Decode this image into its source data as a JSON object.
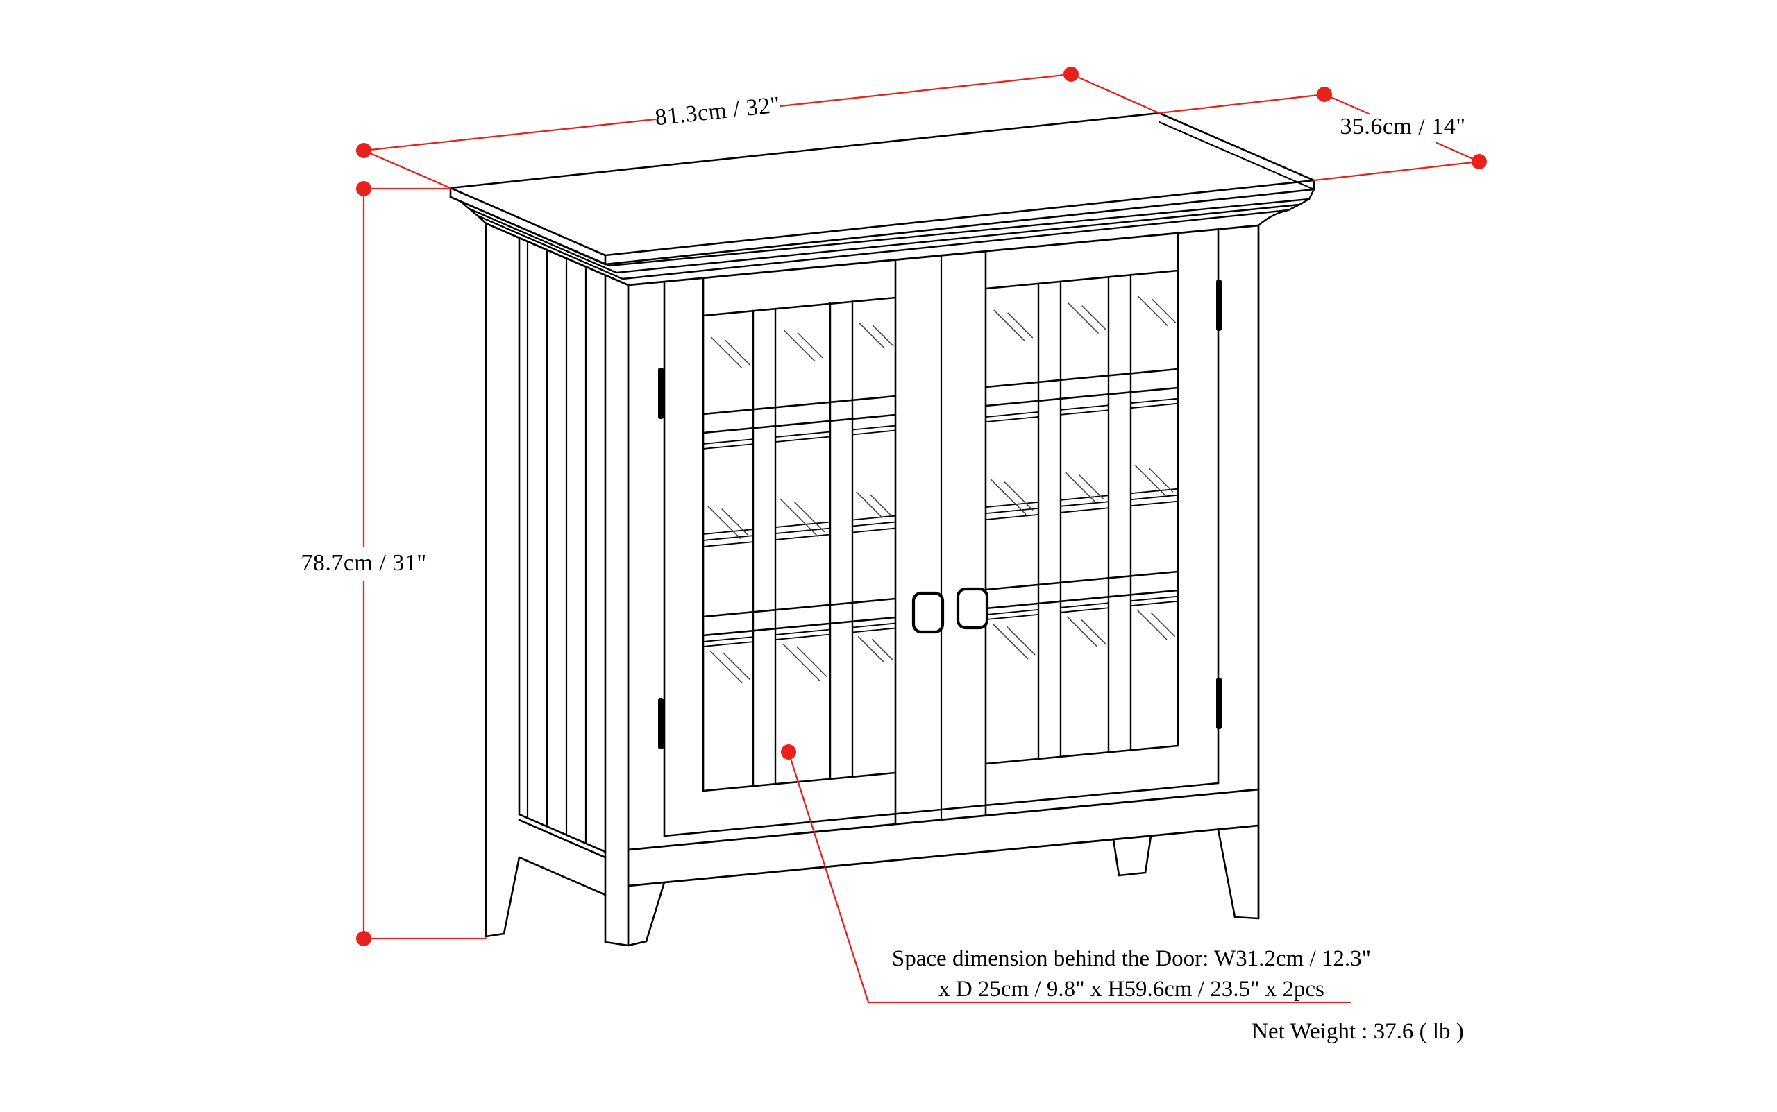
{
  "illustration": {
    "type": "furniture-dimension-diagram",
    "subject": "two-door glass-front storage cabinet line drawing"
  },
  "dimensions": {
    "width": {
      "label": "81.3cm / 32\""
    },
    "depth": {
      "label": "35.6cm / 14\""
    },
    "height": {
      "label": "78.7cm / 31\""
    }
  },
  "annotations": {
    "door_space_line1": "Space dimension behind the Door: W31.2cm / 12.3\"",
    "door_space_line2": "x D 25cm / 9.8\" x H59.6cm / 23.5\" x 2pcs",
    "net_weight": "Net Weight : 37.6 ( lb )"
  },
  "colors": {
    "dimension_accent": "#e8211d",
    "line": "#000000",
    "glass_reflection": "#4a4a4a",
    "background": "#ffffff"
  }
}
